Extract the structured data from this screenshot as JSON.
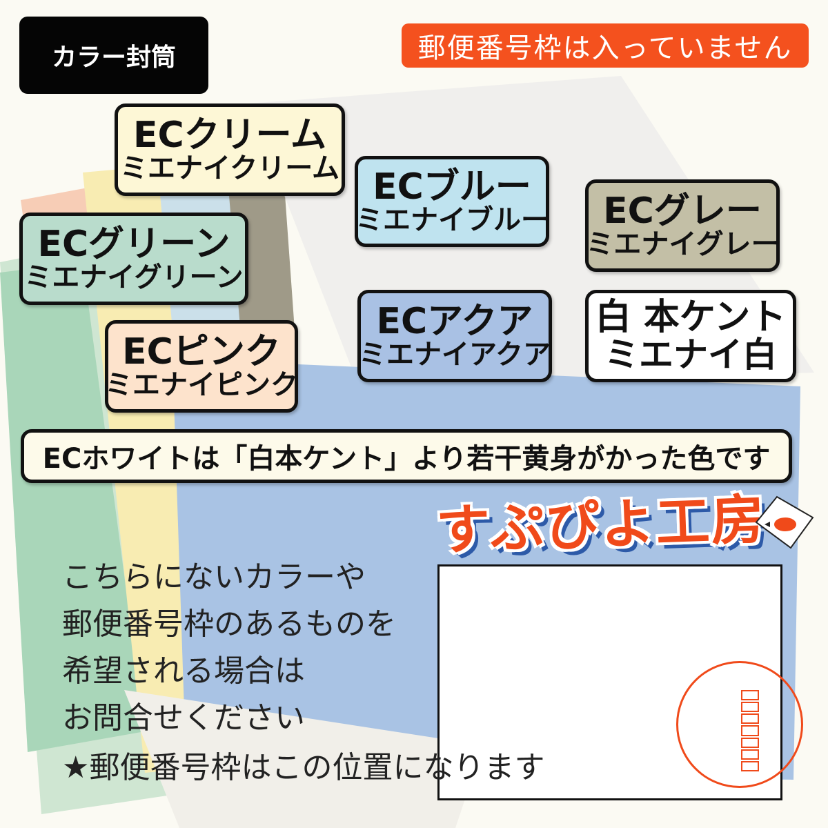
{
  "header": {
    "category_label": "カラー封筒",
    "notice": "郵便番号枠は入っていません"
  },
  "colors": {
    "cream": "#fdf7d6",
    "blue": "#bfe3ef",
    "gray": "#c3bfa6",
    "green": "#b9dccc",
    "aqua": "#a9c1e4",
    "white": "#ffffff",
    "pink": "#fde3cc",
    "accent_orange": "#f04a1a"
  },
  "labels": [
    {
      "line1": "ECクリーム",
      "line2": "ミエナイクリーム"
    },
    {
      "line1": "ECブルー",
      "line2": "ミエナイブルー"
    },
    {
      "line1": "ECグレー",
      "line2": "ミエナイグレー"
    },
    {
      "line1": "ECグリーン",
      "line2": "ミエナイグリーン"
    },
    {
      "line1": "ECアクア",
      "line2": "ミエナイアクア"
    },
    {
      "line1": "白 本ケント",
      "line2": "ミエナイ白"
    },
    {
      "line1": "ECピンク",
      "line2": "ミエナイピンク"
    }
  ],
  "note": "ECホワイトは「白本ケント」より若干黄身がかった色です",
  "shop_name": "すぷぴよ工房",
  "inquiry": {
    "line1": "こちらにないカラーや",
    "line2": "郵便番号枠のあるものを",
    "line3": "希望される場合は",
    "line4": "お問合せください",
    "line5": "★郵便番号枠はこの位置になります"
  }
}
